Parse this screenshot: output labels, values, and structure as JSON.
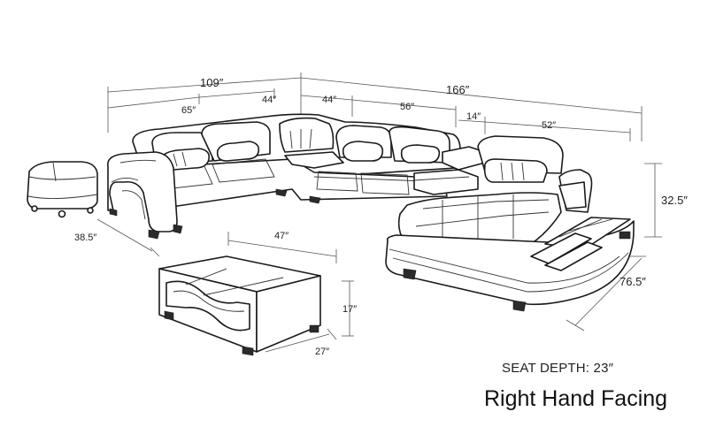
{
  "dimensions": {
    "overall_left_width": "109″",
    "overall_right_width": "166″",
    "left_seat_width": "65″",
    "corner_left_width": "44″",
    "corner_right_width": "44″",
    "middle_width": "56″",
    "table_width": "14″",
    "chaise_width": "52″",
    "height": "32.5″",
    "chaise_length": "76.5″",
    "ottoman_depth": "38.5″",
    "coffee_table_width": "47″",
    "coffee_table_height": "17″",
    "coffee_table_depth": "27″"
  },
  "captions": {
    "seat_depth": "SEAT DEPTH: 23″",
    "orientation": "Right Hand Facing"
  }
}
